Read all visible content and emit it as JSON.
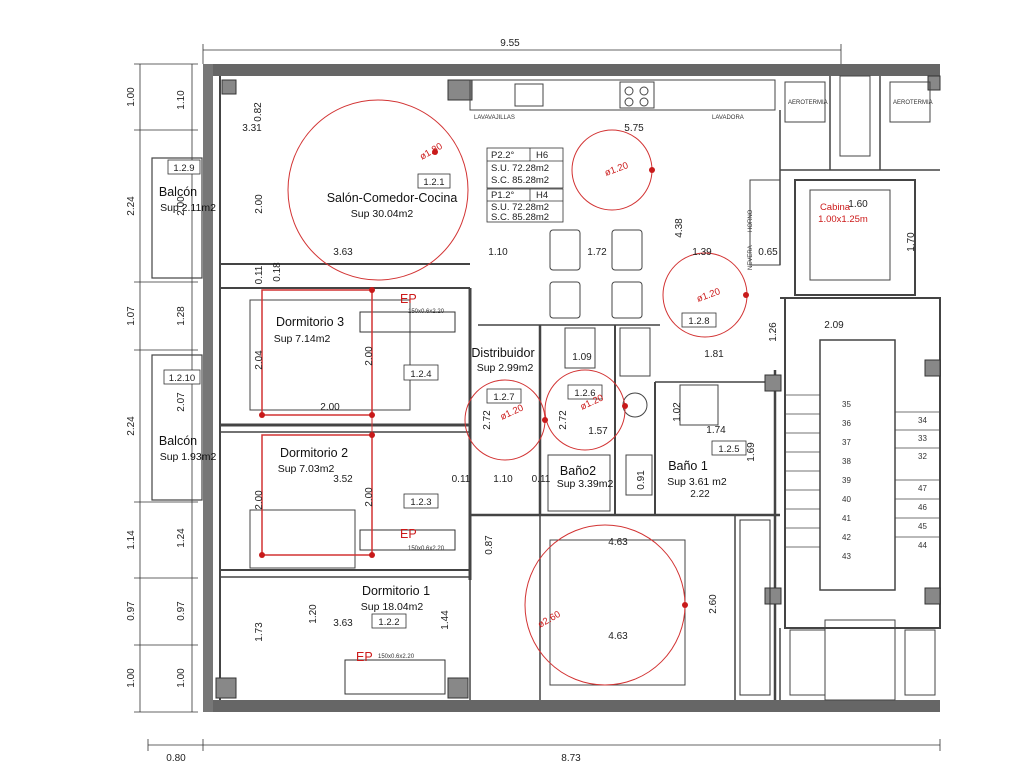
{
  "dims": {
    "top_width": "9.55",
    "bottom_left": "0.80",
    "bottom_width": "8.73",
    "outer_left": [
      "1.00",
      "2.24",
      "1.07",
      "2.24",
      "1.14",
      "0.97",
      "1.00"
    ],
    "inner_left": [
      "1.10",
      "2.00",
      "1.28",
      "2.07",
      "1.24",
      "0.97",
      "1.00"
    ]
  },
  "rooms": {
    "salon": {
      "name": "Salón-Comedor-Cocina",
      "area": "Sup 30.04m2",
      "code": "1.2.1"
    },
    "balcon1": {
      "name": "Balcón",
      "area": "Sup 2.11m2",
      "code": "1.2.9"
    },
    "balcon2": {
      "name": "Balcón",
      "area": "Sup 1.93m2",
      "code": "1.2.10"
    },
    "dorm3": {
      "name": "Dormitorio 3",
      "area": "Sup 7.14m2",
      "code": "1.2.4"
    },
    "dorm2": {
      "name": "Dormitorio 2",
      "area": "Sup 7.03m2",
      "code": "1.2.3"
    },
    "dorm1": {
      "name": "Dormitorio 1",
      "area": "Sup 18.04m2",
      "code": "1.2.2"
    },
    "distribuidor": {
      "name": "Distribuidor",
      "area": "Sup 2.99m2",
      "code": "1.2.7"
    },
    "bano2": {
      "name": "Baño2",
      "area": "Sup 3.39m2",
      "code": "1.2.6"
    },
    "bano1": {
      "name": "Baño 1",
      "area": "Sup 3.61 m2",
      "code": "1.2.5"
    },
    "code_128": "1.2.8"
  },
  "info_box": {
    "p22": "P2.2°",
    "h6": "H6",
    "su1": "S.U. 72.28m2",
    "sc1": "S.C. 85.28m2",
    "p12": "P1.2°",
    "h4": "H4",
    "su2": "S.U. 72.28m2",
    "sc2": "S.C. 85.28m2"
  },
  "cabina": {
    "line1": "Cabina",
    "line2": "1.00x1.25m",
    "dim_w": "1.60",
    "dim_h": "1.70"
  },
  "labels": {
    "lavavajillas": "LAVAVAJILLAS",
    "lavadora": "LAVADORA",
    "aerotermia": "AEROTERMIA",
    "ep": "EP",
    "ep_spec": "150x0.6x2.20",
    "nevera": "NEVERA",
    "horno": "HORNO"
  },
  "circles": [
    "ø1.80",
    "ø1.20",
    "ø1.20",
    "ø1.20",
    "ø1.20",
    "ø2.60"
  ],
  "interior_dims": {
    "d082": "0.82",
    "d331": "3.31",
    "d575": "5.75",
    "d200a": "2.00",
    "d363": "3.63",
    "d110": "1.10",
    "d172": "1.72",
    "d139": "1.39",
    "d065": "0.65",
    "d438": "4.38",
    "d018": "0.18",
    "d011": "0.11",
    "d126": "1.26",
    "d209": "2.09",
    "d181": "1.81",
    "d204": "2.04",
    "d200b": "2.00",
    "d200c": "2.00",
    "d109": "1.09",
    "d272a": "2.72",
    "d272b": "2.72",
    "d157": "1.57",
    "d102": "1.02",
    "d174": "1.74",
    "d169": "1.69",
    "d352": "3.52",
    "d0_11": "0.11",
    "d1_10": "1.10",
    "d0_11b": "0.11",
    "d091": "0.91",
    "d222": "2.22",
    "d200d": "2.00",
    "d200e": "2.00",
    "d087": "0.87",
    "d463a": "4.63",
    "d260": "2.60",
    "d463b": "4.63",
    "d120": "1.20",
    "d363b": "3.63",
    "d144": "1.44",
    "d173": "1.73"
  },
  "stairs": [
    "35",
    "36",
    "37",
    "38",
    "39",
    "40",
    "41",
    "42",
    "43",
    "34",
    "33",
    "32",
    "47",
    "46",
    "45",
    "44"
  ]
}
